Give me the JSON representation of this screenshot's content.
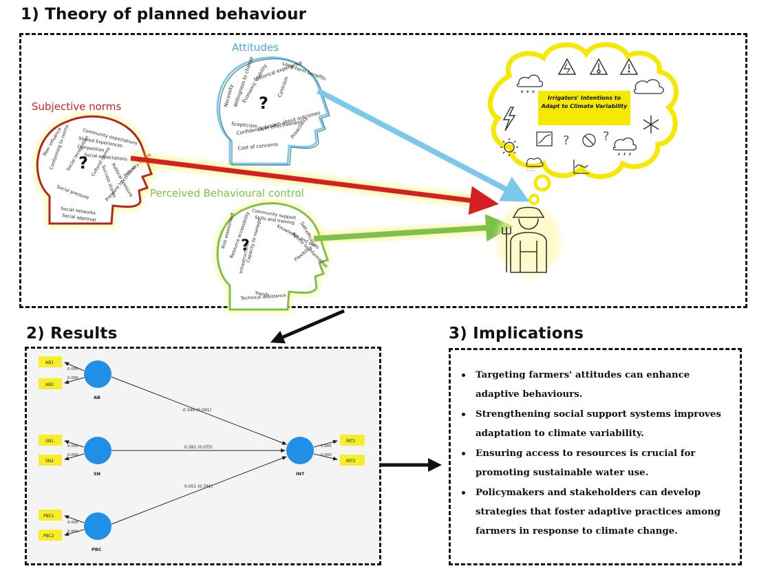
{
  "sections": {
    "theory_title": "1) Theory of planned behaviour",
    "results_title": "2) Results",
    "implications_title": "3) Implications"
  },
  "theory": {
    "subjective_norms": {
      "label": "Subjective norms",
      "words": [
        "Community expectations",
        "Shared Experiences",
        "Competition",
        "Social expectations",
        "Peer influence",
        "Conforming to norms",
        "Social recognition",
        "Political pressure",
        "Success stories",
        "Cultural norms",
        "Industry norms",
        "Social pressure",
        "Pressure to conform",
        "Social networks",
        "Social approval"
      ]
    },
    "attitudes": {
      "label": "Attitudes",
      "words": [
        "Necessity",
        "Willingness to change",
        "Historical experience",
        "Economic viability",
        "Long-term benefits",
        "Cynicism",
        "Scepticism",
        "Confidence in effectiveness",
        "Optimism about outcomes",
        "Proactivity",
        "Cost of concerns"
      ]
    },
    "pbc": {
      "label": "Perceived Behavioural control",
      "words": [
        "Community support",
        "Skills and training",
        "Risk assessment",
        "Resource accessibility",
        "Knowledge and skills",
        "Capacity to manage",
        "Infrastructure",
        "Access to information",
        "Self-efficacy",
        "Flexibility",
        "Technical assistance",
        "Trends"
      ]
    },
    "intention": "Irrigators' Intentions to Adapt to Climate Variability",
    "head_symbol": "?",
    "colors": {
      "red": "#d42020",
      "blue": "#7cc7ea",
      "green": "#7dc14a",
      "yellow": "#f6e800"
    }
  },
  "results": {
    "nodes": {
      "ab": "AB",
      "sn": "SN",
      "pbc": "PBC",
      "int": "INT"
    },
    "indicators": {
      "ab": [
        "AB1",
        "AB2"
      ],
      "sn": [
        "SN1",
        "SN2"
      ],
      "pbc": [
        "PBC1",
        "PBC2"
      ],
      "int": [
        "INT1",
        "INT2"
      ]
    },
    "loadings": {
      "ab": [
        "0.000",
        "0.000"
      ],
      "sn": [
        "0.000",
        "0.000"
      ],
      "pbc": [
        "0.000",
        "0.001"
      ],
      "int": [
        "0.000",
        "0.000"
      ]
    },
    "paths": {
      "ab_int": "0.349 (0.091)",
      "sn_int": "0.281 (0.075)",
      "pbc_int": "0.051 (0.791)"
    },
    "colors": {
      "node": "#1f8fe8",
      "indicator": "#f6ee2a"
    }
  },
  "implications": [
    "Targeting farmers' attitudes can enhance adaptive behaviours.",
    "Strengthening social support systems improves adaptation to climate variability.",
    "Ensuring access to resources is crucial for promoting sustainable water use.",
    "Policymakers and stakeholders can develop strategies that foster adaptive practices among farmers in response to climate change."
  ]
}
